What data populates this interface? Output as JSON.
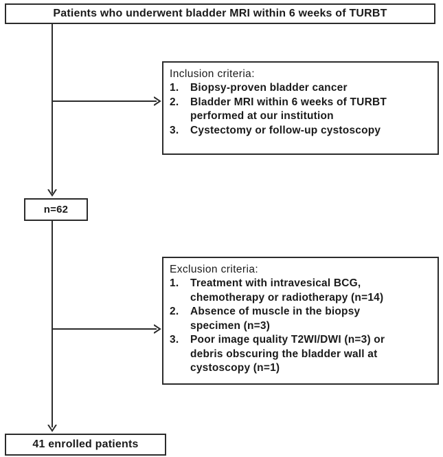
{
  "figure": {
    "type": "flowchart",
    "orientation": "vertical",
    "line_color": "#2b2b2b",
    "text_color": "#1a1a1a",
    "background": "#ffffff"
  },
  "top_box": {
    "label": "Patients who underwent bladder MRI within 6 weeks of TURBT"
  },
  "inclusion": {
    "heading": "Inclusion criteria:",
    "items": [
      {
        "num": "1.",
        "lines": [
          "Biopsy-proven bladder cancer"
        ]
      },
      {
        "num": "2.",
        "lines": [
          "Bladder MRI within 6 weeks of TURBT",
          "performed at our institution"
        ]
      },
      {
        "num": "3.",
        "lines": [
          "Cystectomy or follow-up cystoscopy"
        ]
      }
    ]
  },
  "count_box": {
    "label": "n=62"
  },
  "exclusion": {
    "heading": "Exclusion criteria:",
    "items": [
      {
        "num": "1.",
        "lines": [
          "Treatment with intravesical BCG,",
          "chemotherapy or radiotherapy (n=14)"
        ]
      },
      {
        "num": "2.",
        "lines": [
          "Absence of muscle in the biopsy",
          "specimen (n=3)"
        ]
      },
      {
        "num": "3.",
        "lines": [
          "Poor image quality T2WI/DWI (n=3) or",
          "debris obscuring the bladder wall at",
          "cystoscopy (n=1)"
        ]
      }
    ]
  },
  "final_box": {
    "label": "41 enrolled patients"
  }
}
